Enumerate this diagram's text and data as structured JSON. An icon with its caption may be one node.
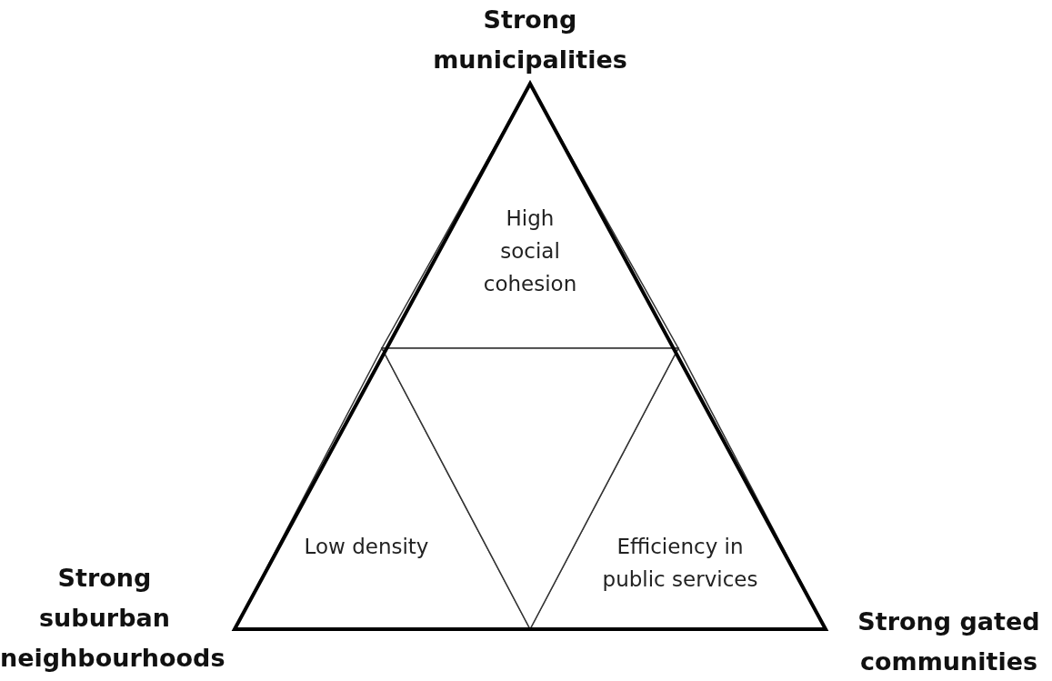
{
  "diagram": {
    "nodes": [
      {
        "text": [
          "High social cohesion"
        ]
      },
      {
        "text": [
          "Low density"
        ]
      },
      {
        "text": [
          "Efficiency in public services"
        ]
      },
      {
        "text": [],
        "shape": "triangle"
      }
    ],
    "labels": [
      "Strong municipalities",
      "Strong suburban neighbourhoods",
      "Strong gated communities"
    ]
  }
}
